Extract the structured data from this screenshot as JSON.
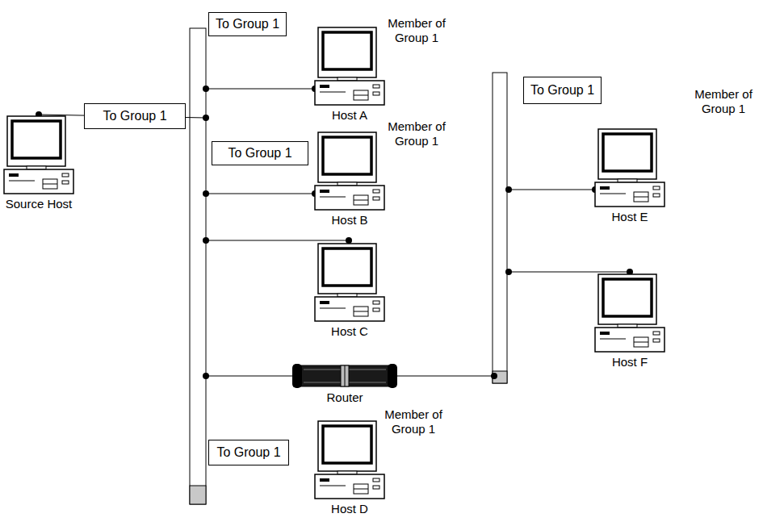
{
  "diagram": {
    "nodes": [
      {
        "text": [
          "To Group 1"
        ]
      },
      {
        "text": [
          "Host A"
        ]
      },
      {
        "text": [
          "To Group 1"
        ]
      },
      {
        "text": [
          "Source Host"
        ]
      },
      {
        "text": [
          "To Group 1"
        ]
      },
      {
        "text": [
          "Host B"
        ]
      },
      {
        "text": [
          "Host C"
        ]
      },
      {
        "text": [
          "Router"
        ]
      },
      {
        "text": [
          "To Group 1"
        ]
      },
      {
        "text": [
          "Host D"
        ]
      },
      {
        "text": [
          "To Group 1"
        ]
      },
      {
        "text": [
          "Host E"
        ]
      },
      {
        "text": [
          "Host F"
        ]
      }
    ],
    "labels": [
      "Member of Group 1",
      "Member of Group 1",
      "Member of Group 1",
      "Member of Group 1"
    ]
  }
}
